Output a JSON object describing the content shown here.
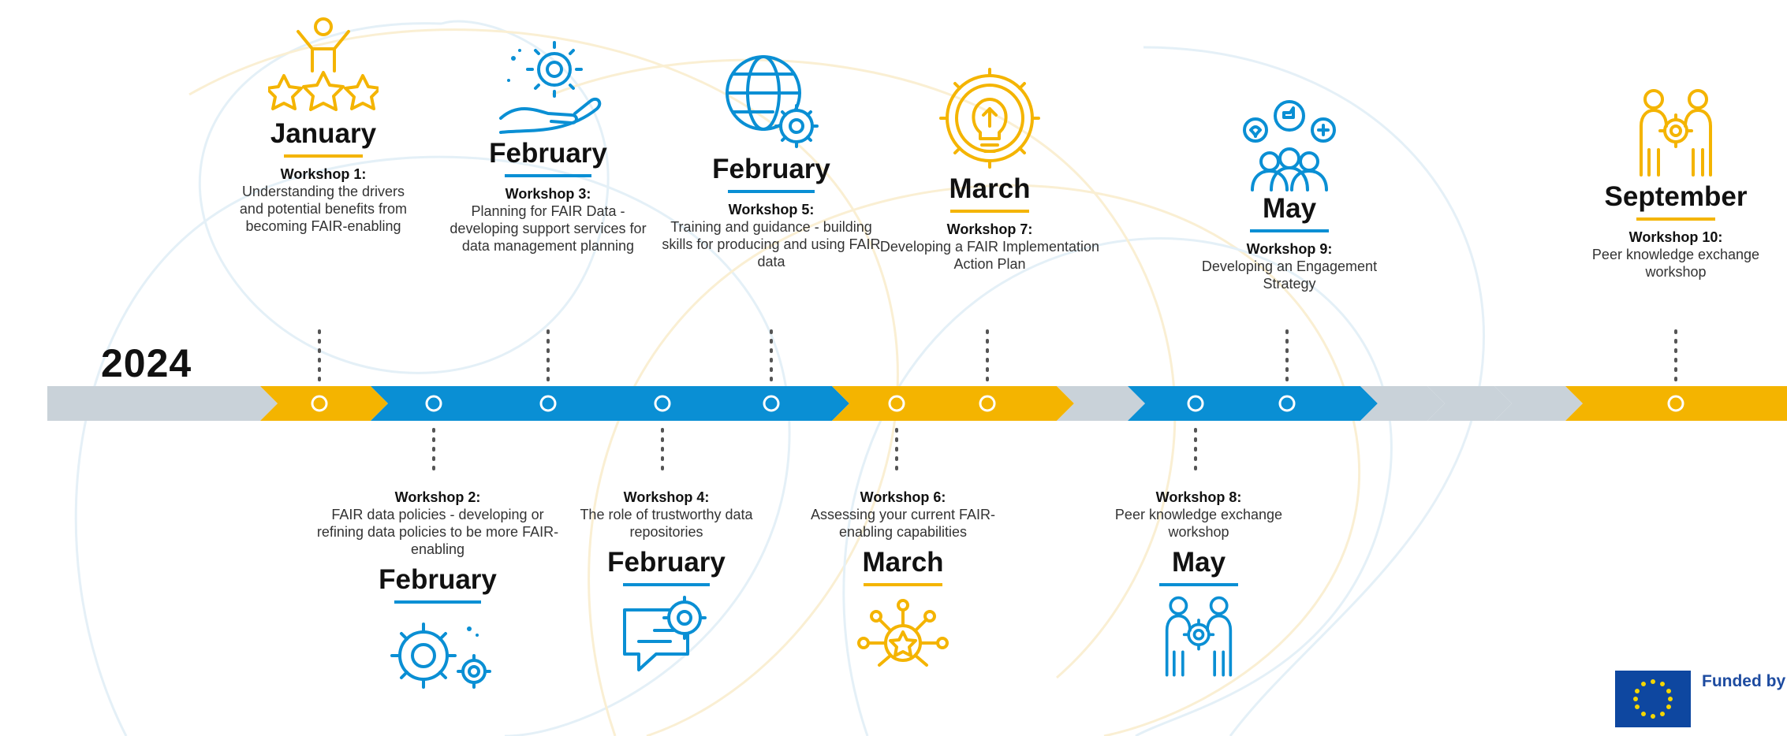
{
  "year": "2024",
  "colors": {
    "yellow": "#f4b400",
    "blue": "#0a8fd4",
    "grey": "#c9d2d9"
  },
  "top_events": [
    {
      "month": "January",
      "workshop": "Workshop 1:",
      "description": "Understanding the drivers and potential benefits from becoming FAIR-enabling",
      "icon": "person-stars-icon",
      "color": "yellow"
    },
    {
      "month": "February",
      "workshop": "Workshop 3:",
      "description": "Planning for FAIR Data - developing support services for data management planning",
      "icon": "hand-gear-icon",
      "color": "blue"
    },
    {
      "month": "February",
      "workshop": "Workshop 5:",
      "description": "Training and guidance - building skills for producing and using FAIR data",
      "icon": "globe-gear-icon",
      "color": "blue"
    },
    {
      "month": "March",
      "workshop": "Workshop 7:",
      "description": "Developing a FAIR Implementation Action Plan",
      "icon": "lightbulb-gear-icon",
      "color": "yellow"
    },
    {
      "month": "May",
      "workshop": "Workshop 9:",
      "description": "Developing an Engagement Strategy",
      "icon": "people-social-icon",
      "color": "blue"
    },
    {
      "month": "September",
      "workshop": "Workshop 10:",
      "description": "Peer knowledge exchange workshop",
      "icon": "people-gear-icon",
      "color": "yellow"
    }
  ],
  "bottom_events": [
    {
      "month": "February",
      "workshop": "Workshop 2:",
      "description": "FAIR data policies - developing or refining data policies to be more FAIR-enabling",
      "icon": "gears-icon",
      "color": "blue"
    },
    {
      "month": "February",
      "workshop": "Workshop 4:",
      "description": "The role of trustworthy data repositories",
      "icon": "chat-gear-icon",
      "color": "blue"
    },
    {
      "month": "March",
      "workshop": "Workshop 6:",
      "description": "Assessing your current FAIR-enabling capabilities",
      "icon": "network-star-icon",
      "color": "yellow"
    },
    {
      "month": "May",
      "workshop": "Workshop 8:",
      "description": "Peer knowledge exchange workshop",
      "icon": "people-gear-icon",
      "color": "blue"
    }
  ],
  "funding": {
    "text": "Funded by the European Union",
    "icon": "eu-flag-icon"
  }
}
